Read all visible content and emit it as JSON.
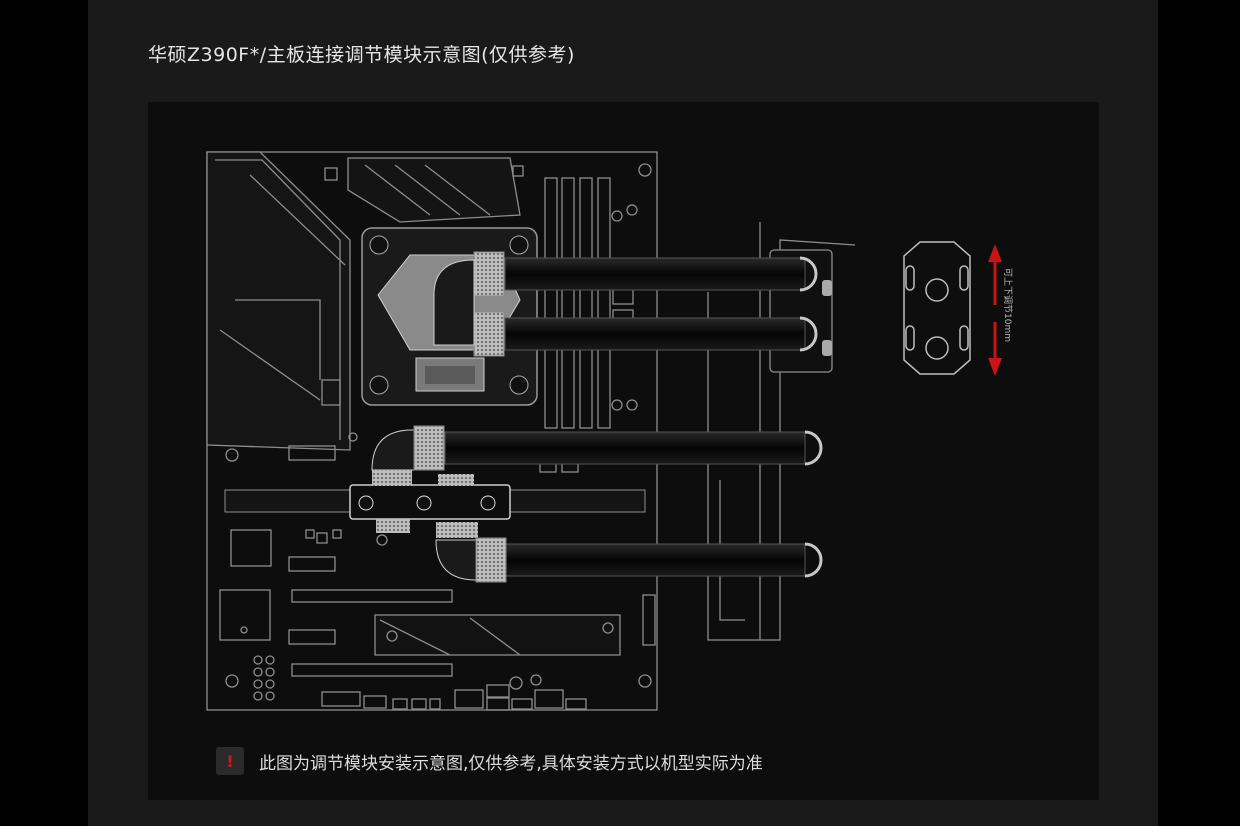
{
  "header": {
    "title": "华硕Z390F*/主板连接调节模块示意图(仅供参考)"
  },
  "diagram": {
    "adjust_label": "可上下调节10mm",
    "components": [
      "motherboard",
      "cpu-waterblock",
      "gpu-waterblock-bridge",
      "adjustment-module",
      "adjustment-bracket"
    ],
    "tube_count": 4,
    "colors": {
      "line": "#9a9a9a",
      "tube": "#0a0a0a",
      "accent_red": "#c81414",
      "block_fill": "#8a8a8a"
    }
  },
  "note": {
    "icon": "warning-icon",
    "badge": "!",
    "text": "此图为调节模块安装示意图,仅供参考,具体安装方式以机型实际为准"
  }
}
